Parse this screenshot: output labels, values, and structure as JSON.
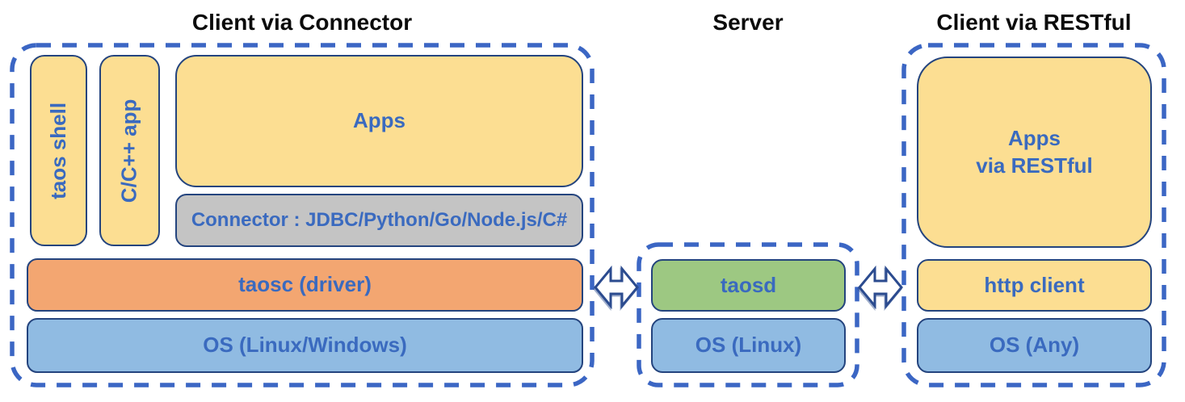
{
  "left": {
    "title": "Client via Connector",
    "taos_shell_label": "taos shell",
    "cpp_app_label": "C/C++ app",
    "apps_label": "Apps",
    "connector_label": "Connector : JDBC/Python/Go/Node.js/C#",
    "taosc_label": "taosc (driver)",
    "os_label": "OS (Linux/Windows)"
  },
  "server": {
    "title": "Server",
    "taosd_label": "taosd",
    "os_label": "OS (Linux)"
  },
  "right": {
    "title": "Client via RESTful",
    "apps_label_line1": "Apps",
    "apps_label_line2": "via RESTful",
    "http_client_label": "http client",
    "os_label": "OS (Any)"
  },
  "icons": {
    "left_link": "double-headed-arrow",
    "right_link": "double-headed-arrow"
  },
  "colors": {
    "box_yellow": "#FCDE92",
    "box_orange": "#F3A671",
    "box_blue": "#90BBE2",
    "box_green": "#9DC882",
    "box_gray": "#C4C4C4",
    "box_border": "#24447E",
    "label_blue": "#3A6ABF",
    "dashed_border_blue": "#3B66C4",
    "title_black": "#0b0b0b",
    "arrow_fill": "#FFFFFF",
    "arrow_stroke": "#2B4B8F"
  }
}
